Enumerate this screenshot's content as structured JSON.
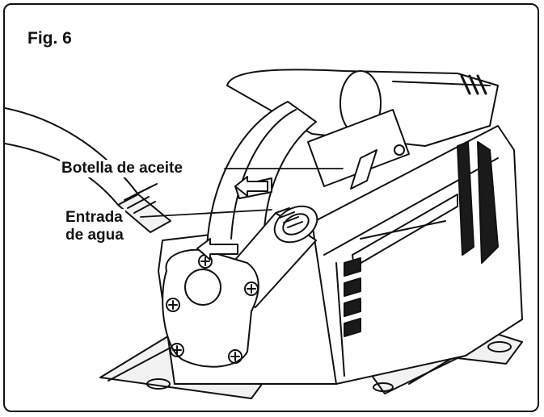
{
  "figure": {
    "title": "Fig. 6"
  },
  "callouts": {
    "oil_bottle": "Botella de aceite",
    "water_inlet_line1": "Entrada",
    "water_inlet_line2": "de agua"
  },
  "colors": {
    "line": "#111111",
    "fill_light": "#f2f2f2",
    "fill_dark": "#1a1a1a",
    "background": "#ffffff"
  }
}
